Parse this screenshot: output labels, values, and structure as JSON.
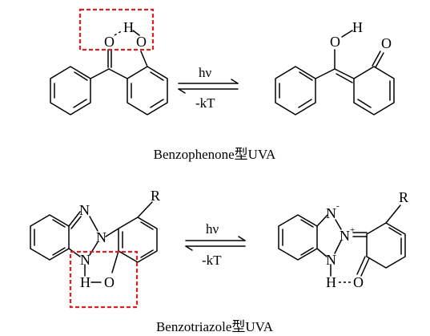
{
  "reaction1": {
    "caption": "Benzophenone型UVA",
    "forward_label": "hν",
    "reverse_label": "-kT",
    "box_color": "#e02020",
    "left_atoms": {
      "O_carbonyl": "O",
      "H": "H",
      "O_hydroxyl": "O"
    },
    "right_atoms": {
      "O_enol": "O",
      "H": "H",
      "O_keto": "O"
    }
  },
  "reaction2": {
    "caption": "Benzotriazole型UVA",
    "forward_label": "hν",
    "reverse_label": "-kT",
    "box_color": "#e02020",
    "left_atoms": {
      "N_top": "N",
      "N_mid": "N",
      "N_bottom": "N",
      "H": "H",
      "O": "O",
      "R": "R"
    },
    "right_atoms": {
      "N_top": "N",
      "N_top_charge": "-",
      "N_mid": "N",
      "N_mid_charge": "+",
      "N_bottom": "N",
      "H": "H",
      "O": "O",
      "R": "R"
    }
  }
}
